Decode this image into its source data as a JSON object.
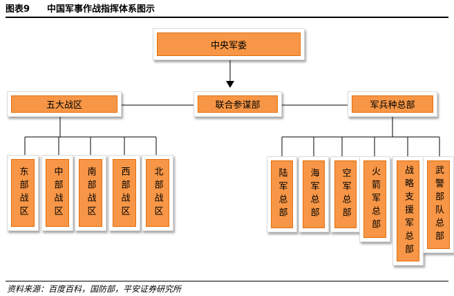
{
  "figure": {
    "number": "图表9",
    "title": "中国军事作战指挥体系图示",
    "source": "资料来源：百度百科，国防部，平安证券研究所"
  },
  "diagram": {
    "top": "中央军委",
    "middle": {
      "left": "五大战区",
      "center": "联合参谋部",
      "right": "军兵种总部"
    },
    "theaters": [
      "东部战区",
      "中部战区",
      "南部战区",
      "西部战区",
      "北部战区"
    ],
    "services": [
      "陆军总部",
      "海军总部",
      "空军总部",
      "火箭军总部",
      "战略支援军总部",
      "武警部队总部"
    ]
  }
}
